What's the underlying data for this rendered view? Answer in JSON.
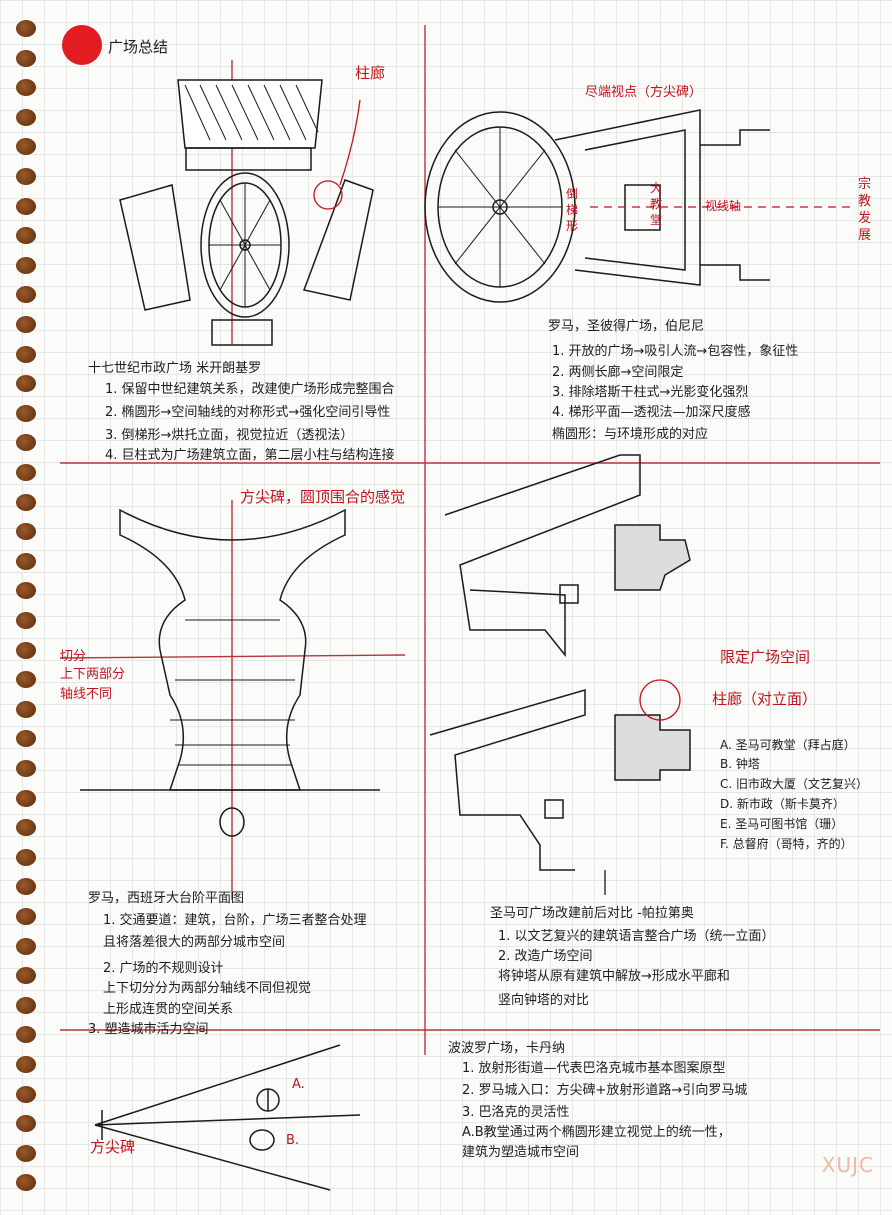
{
  "title": "广场总结",
  "s1": {
    "label_colonnade": "柱廊",
    "lines": [
      "十七世纪市政广场 米开朗基罗",
      "1. 保留中世纪建筑关系，改建使广场形成完整围合",
      "2. 椭圆形→空间轴线的对称形式→强化空间引导性",
      "3. 倒梯形→烘托立面，视觉拉近（透视法）",
      "4. 巨柱式为广场建筑立面，第二层小柱与结构连接"
    ]
  },
  "s2": {
    "label_top": "尽端视点（方尖碑）",
    "label_side": "倒梯形",
    "label_church": "大教堂",
    "label_axis": "视线轴",
    "label_far": "宗教发展",
    "lines": [
      "罗马，圣彼得广场，伯尼尼",
      "1. 开放的广场→吸引人流→包容性，象征性",
      "2. 两侧长廊→空间限定",
      "3. 排除塔斯干柱式→光影变化强烈",
      "4. 梯形平面—透视法—加深尺度感",
      "椭圆形：与环境形成的对应"
    ]
  },
  "s3": {
    "label_top": "方尖碑，圆顶围合的感觉",
    "label_left1": "切分",
    "label_left2": "上下两部分",
    "label_left3": "轴线不同",
    "lines": [
      "罗马，西班牙大台阶平面图",
      "1. 交通要道：建筑，台阶，广场三者整合处理",
      "且将落差很大的两部分城市空间",
      "2. 广场的不规则设计",
      "上下切分分为两部分轴线不同但视觉",
      "上形成连贯的空间关系",
      "3. 塑造城市活力空间"
    ]
  },
  "s4": {
    "label_before": "限定广场空间",
    "label_colonnade": "柱廊（对立面）",
    "legend": [
      "A. 圣马可教堂（拜占庭）",
      "B. 钟塔",
      "C. 旧市政大厦（文艺复兴）",
      "D. 新市政（斯卡莫齐）",
      "E. 圣马可图书馆（珊）",
      "F. 总督府（哥特，齐的）"
    ],
    "lines": [
      "圣马可广场改建前后对比 -帕拉第奥",
      "1. 以文艺复兴的建筑语言整合广场（统一立面）",
      "2. 改造广场空间",
      "将钟塔从原有建筑中解放→形成水平廊和",
      "竖向钟塔的对比"
    ]
  },
  "s5": {
    "label_obelisk": "方尖碑",
    "label_a": "A.",
    "label_b": "B.",
    "lines": [
      "波波罗广场，卡丹纳",
      "1. 放射形街道—代表巴洛克城市基本图案原型",
      "2. 罗马城入口：方尖碑+放射形道路→引向罗马城",
      "3. 巴洛克的灵活性",
      "A.B教堂通过两个椭圆形建立视觉上的统一性，",
      "建筑为塑造城市空间"
    ]
  },
  "watermark": "XUJC",
  "colors": {
    "ink": "#1a1a1a",
    "red": "#c0141c",
    "hole": "#6a3210"
  }
}
